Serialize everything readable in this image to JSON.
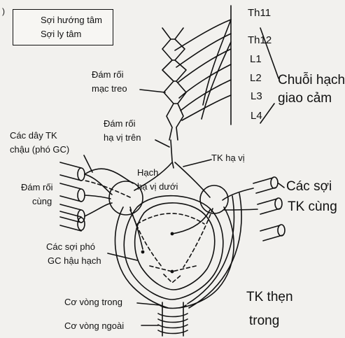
{
  "legend": {
    "afferent": "Sợi hướng tâm",
    "efferent": "Sợi ly tâm"
  },
  "segments": [
    "Th11",
    "Th12",
    "L1",
    "L2",
    "L3",
    "L4"
  ],
  "labels": {
    "sympathetic_chain_line1": "Chuỗi hạch",
    "sympathetic_chain_line2": "giao cảm",
    "mesenteric_plexus_line1": "Đám rối",
    "mesenteric_plexus_line2": "mạc treo",
    "sup_hypogastric_line1": "Đám rối",
    "sup_hypogastric_line2": "hạ vị trên",
    "pelvic_nerves_line1": "Các dây TK",
    "pelvic_nerves_line2": "chậu (phó GC)",
    "sacral_plexus_line1": "Đám rối",
    "sacral_plexus_line2": "cùng",
    "hypogastric_nerve": "TK hạ vị",
    "inf_hypogastric_line1": "Hạch",
    "inf_hypogastric_line2": "hạ vị dưới",
    "postganglionic_line1": "Các sợi phó",
    "postganglionic_line2": "GC hậu hạch",
    "sacral_fibers_line1": "Các sợi",
    "sacral_fibers_line2": "TK cùng",
    "internal_sphincter": "Cơ vòng trong",
    "external_sphincter": "Cơ vòng ngoài",
    "pudendal_line1": "TK thẹn",
    "pudendal_line2": "trong"
  },
  "colors": {
    "ink": "#111111",
    "paper": "#f2f1ee"
  }
}
